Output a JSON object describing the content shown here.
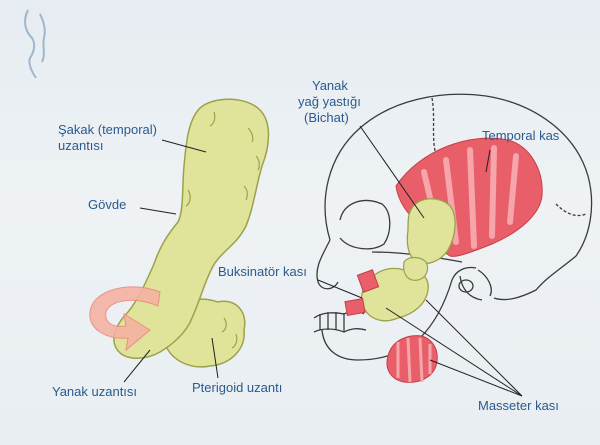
{
  "labels": {
    "sakak_line1": "Şakak (temporal)",
    "sakak_line2": "uzantısı",
    "govde": "Gövde",
    "yanak_uzantisi": "Yanak uzantısı",
    "pterigoid_uzanti": "Pterigoid uzantı",
    "yanak_yag_line1": "Yanak",
    "yanak_yag_line2": "yağ yastığı",
    "yanak_yag_line3": "(Bichat)",
    "temporal_kas": "Temporal kas",
    "buksinator_kasi": "Buksinatör kası",
    "masseter_kasi": "Masseter kası"
  },
  "colors": {
    "label_text": "#2a5a8e",
    "fat_pad": "#e0e39a",
    "fat_pad_outline": "#9aa24a",
    "muscle": "#e85f6a",
    "muscle_stripe": "#f6a5aa",
    "arrow": "#f4b2a2",
    "skull_line": "#3a3a3a"
  },
  "icons": {
    "logo": "face-profile-logo"
  }
}
